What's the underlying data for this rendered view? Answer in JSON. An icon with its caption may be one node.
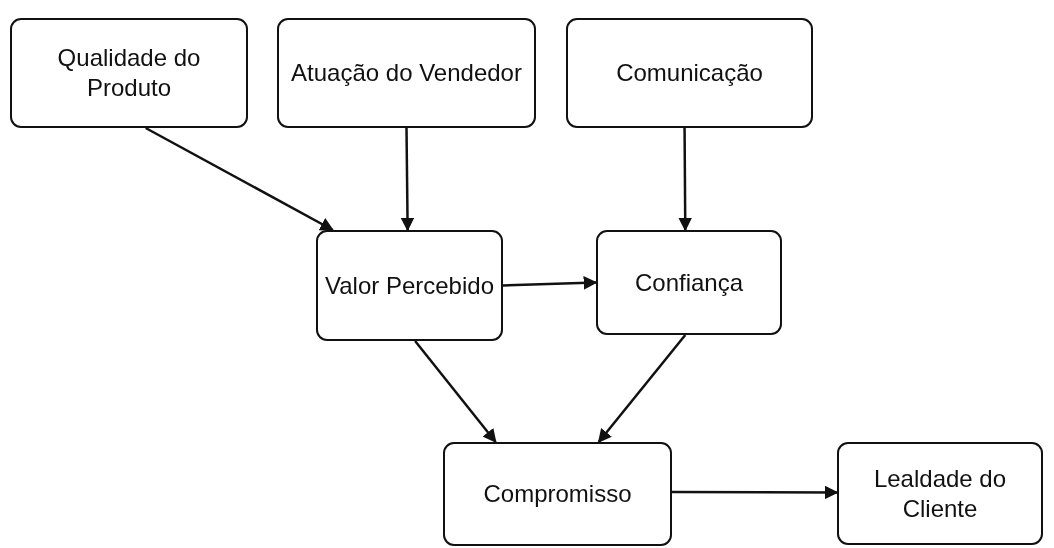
{
  "diagram": {
    "nodes": [
      {
        "text": [
          "Qualidade do Produto"
        ]
      },
      {
        "text": [
          "Atuação do Vendedor"
        ]
      },
      {
        "text": [
          "Comunicação"
        ]
      },
      {
        "text": [
          "Valor Percebido"
        ]
      },
      {
        "text": [
          "Confiança"
        ]
      },
      {
        "text": [
          "Compromisso"
        ]
      },
      {
        "text": [
          "Lealdade do Cliente"
        ]
      }
    ],
    "edges": [
      {
        "from": 0,
        "to": 3,
        "arrow": "to"
      },
      {
        "from": 1,
        "to": 3,
        "arrow": "to"
      },
      {
        "from": 2,
        "to": 4,
        "arrow": "to"
      },
      {
        "from": 3,
        "to": 4,
        "arrow": "to"
      },
      {
        "from": 3,
        "to": 5,
        "arrow": "to"
      },
      {
        "from": 4,
        "to": 5,
        "arrow": "to"
      },
      {
        "from": 5,
        "to": 6,
        "arrow": "to"
      }
    ]
  }
}
